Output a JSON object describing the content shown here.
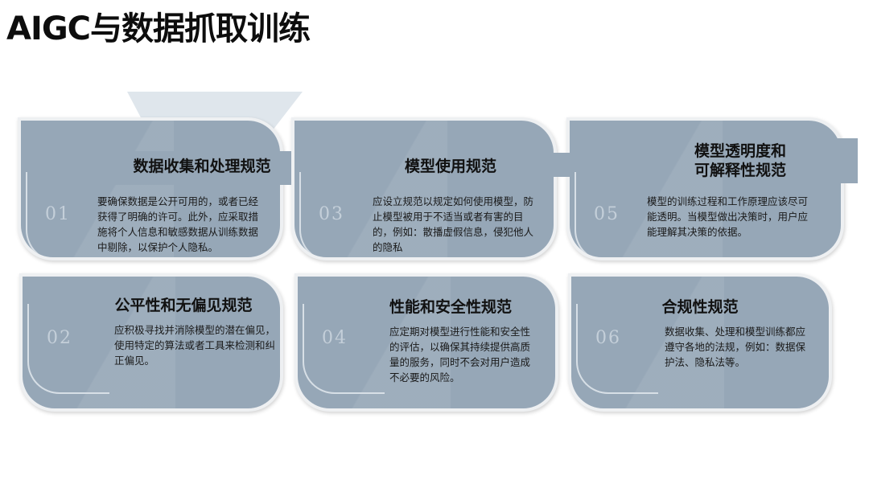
{
  "page": {
    "title": "AIGC与数据抓取训练"
  },
  "cards": [
    {
      "number": "01",
      "title_lines": [
        "数据收集和处理规范"
      ],
      "body": "要确保数据是公开可用的，或者已经获得了明确的许可。此外，应采取措施将个人信息和敏感数据从训练数据中剔除，以保护个人隐私。"
    },
    {
      "number": "03",
      "title_lines": [
        "模型使用规范"
      ],
      "body": "应设立规范以规定如何使用模型，防止模型被用于不适当或者有害的目的，例如：散播虚假信息，侵犯他人的隐私"
    },
    {
      "number": "05",
      "title_lines": [
        "模型透明度和",
        "可解释性规范"
      ],
      "body": "模型的训练过程和工作原理应该尽可能透明。当模型做出决策时，用户应能理解其决策的依据。"
    },
    {
      "number": "02",
      "title_lines": [
        "公平性和无偏见规范"
      ],
      "body": "应积极寻找并消除模型的潜在偏见，使用特定的算法或者工具来检测和纠正偏见。"
    },
    {
      "number": "04",
      "title_lines": [
        "性能和安全性规范"
      ],
      "body": "应定期对模型进行性能和安全性的评估，以确保其持续提供高质量的服务，同时不会对用户造成不必要的风险。"
    },
    {
      "number": "06",
      "title_lines": [
        "合规性规范"
      ],
      "body": "数据收集、处理和模型训练都应遵守各地的法规，例如：数据保护法、隐私法等。"
    }
  ],
  "colors": {
    "card_fill": "#96a7b7",
    "card_border": "#eef0f2",
    "title_text": "#0d0d0d"
  }
}
